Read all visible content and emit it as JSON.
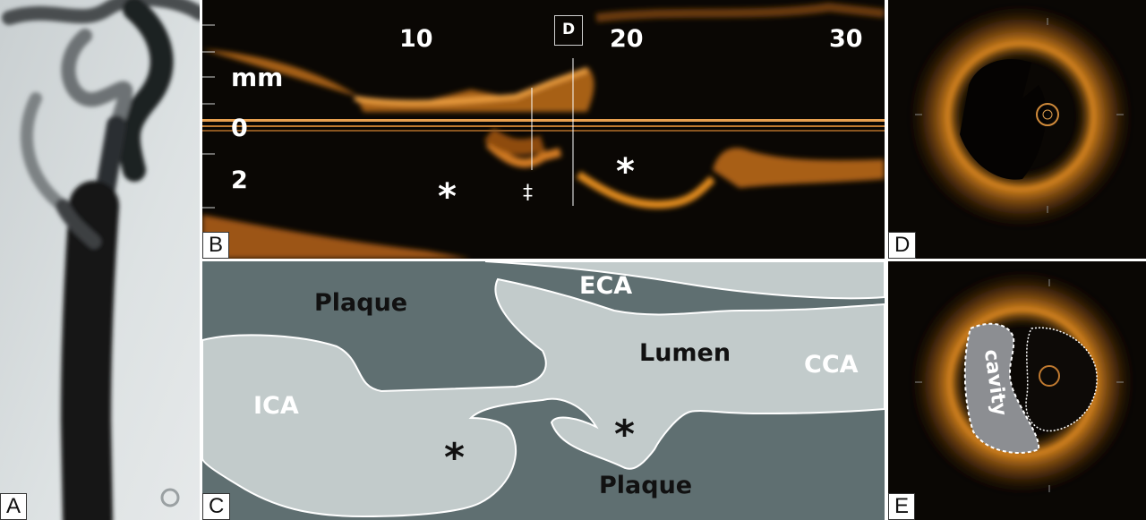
{
  "panel_labels": {
    "a": "A",
    "b": "B",
    "c": "C",
    "d": "D",
    "e": "E"
  },
  "panel_b": {
    "x_ticks": [
      "10",
      "20",
      "30"
    ],
    "y_ticks": [
      "0",
      "2"
    ],
    "unit": "mm",
    "marker_box": "D",
    "asterisk_left": "*",
    "asterisk_right": "*",
    "dagger": "‡"
  },
  "panel_c": {
    "labels": {
      "plaque_top": "Plaque",
      "eca": "ECA",
      "lumen": "Lumen",
      "cca": "CCA",
      "ica": "ICA",
      "plaque_bottom": "Plaque"
    },
    "asterisk_left": "*",
    "asterisk_right": "*",
    "colors": {
      "plaque": "#5f6f71",
      "lumen": "#c2cbcb"
    }
  },
  "panel_e": {
    "cavity_label": "cavity"
  },
  "colors": {
    "oct_glow": "#e08a1e",
    "oct_bg": "#0a0704"
  }
}
